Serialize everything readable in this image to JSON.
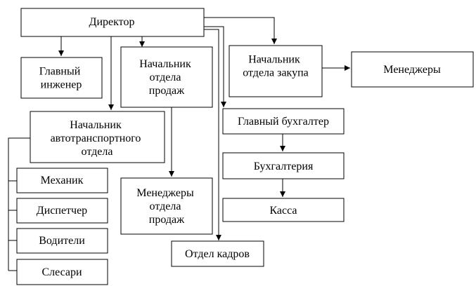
{
  "diagram": {
    "nodes": {
      "director": [
        "Директор"
      ],
      "chief_engineer": [
        "Главный",
        "инженер"
      ],
      "head_sales": [
        "Начальник",
        "отдела",
        "продаж"
      ],
      "head_purchasing": [
        "Начальник",
        "отдела закупа"
      ],
      "managers": [
        "Менеджеры"
      ],
      "head_transport": [
        "Начальник",
        "автотранспортного",
        "отдела"
      ],
      "chief_accountant": [
        "Главный бухгалтер"
      ],
      "accounting": [
        "Бухгалтерия"
      ],
      "cashier": [
        "Касса"
      ],
      "sales_managers": [
        "Менеджеры",
        "отдела",
        "продаж"
      ],
      "hr": [
        "Отдел кадров"
      ],
      "mechanic": [
        "Механик"
      ],
      "dispatcher": [
        "Диспетчер"
      ],
      "drivers": [
        "Водители"
      ],
      "locksmiths": [
        "Слесари"
      ]
    },
    "edges": [
      [
        "director",
        "chief_engineer"
      ],
      [
        "director",
        "head_sales"
      ],
      [
        "director",
        "head_purchasing"
      ],
      [
        "director",
        "head_transport"
      ],
      [
        "director",
        "chief_accountant"
      ],
      [
        "director",
        "hr"
      ],
      [
        "head_purchasing",
        "managers"
      ],
      [
        "head_sales",
        "sales_managers"
      ],
      [
        "chief_accountant",
        "accounting"
      ],
      [
        "accounting",
        "cashier"
      ],
      [
        "head_transport",
        "mechanic"
      ],
      [
        "head_transport",
        "dispatcher"
      ],
      [
        "head_transport",
        "drivers"
      ],
      [
        "head_transport",
        "locksmiths"
      ]
    ]
  }
}
